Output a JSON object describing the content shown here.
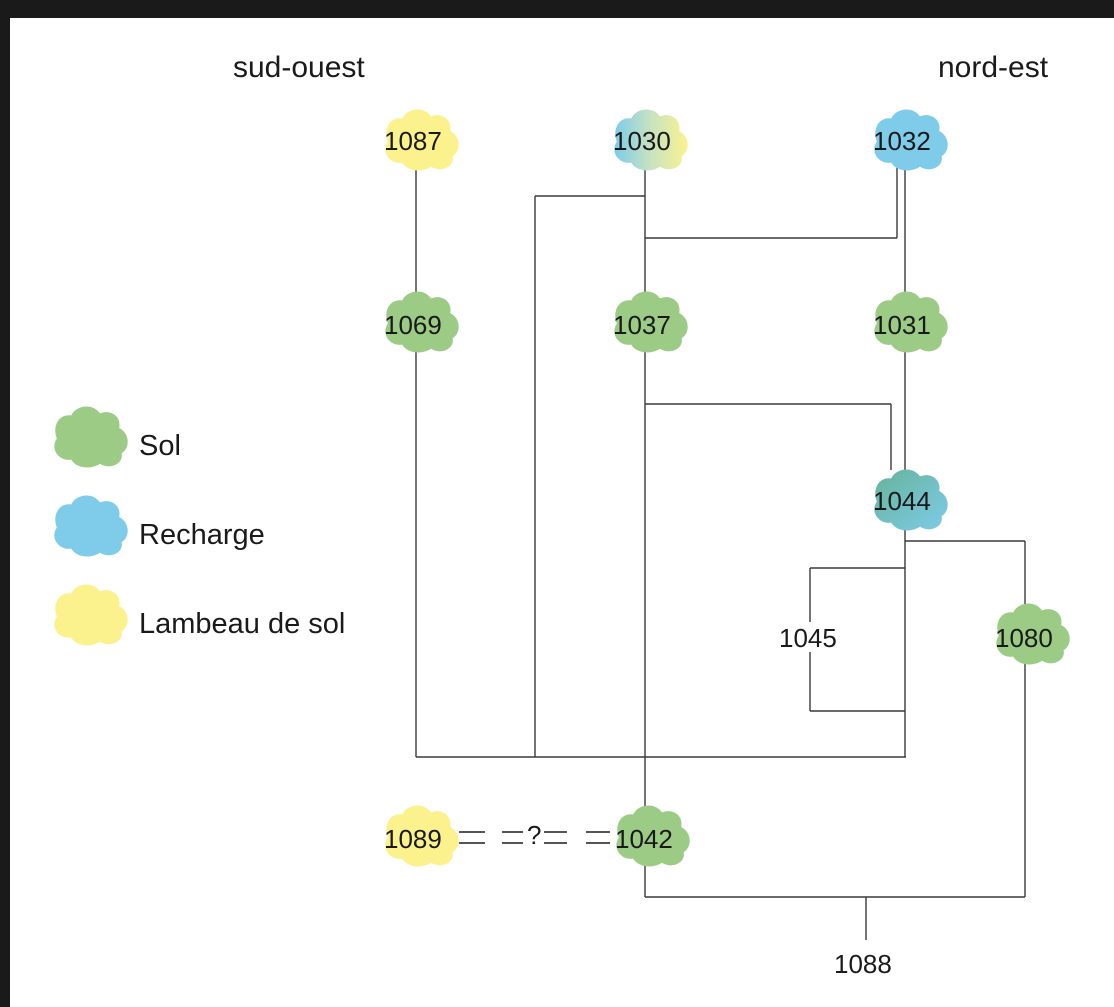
{
  "headers": {
    "left": "sud-ouest",
    "right": "nord-est"
  },
  "nodes": {
    "n1087": "1087",
    "n1030": "1030",
    "n1032": "1032",
    "n1069": "1069",
    "n1037": "1037",
    "n1031": "1031",
    "n1044": "1044",
    "n1045": "1045",
    "n1080": "1080",
    "n1089": "1089",
    "n1042": "1042",
    "n1088": "1088"
  },
  "uncertain_marker": "?",
  "legend": [
    {
      "label": "Sol",
      "color": "#9ccb86"
    },
    {
      "label": "Recharge",
      "color": "#7ecbea"
    },
    {
      "label": "Lambeau de sol",
      "color": "#fbf28e"
    }
  ],
  "colors": {
    "sol": "#9ccb86",
    "recharge": "#7ecbea",
    "lambeau": "#fbf28e",
    "mixed_teal": "#6fb8a8"
  }
}
